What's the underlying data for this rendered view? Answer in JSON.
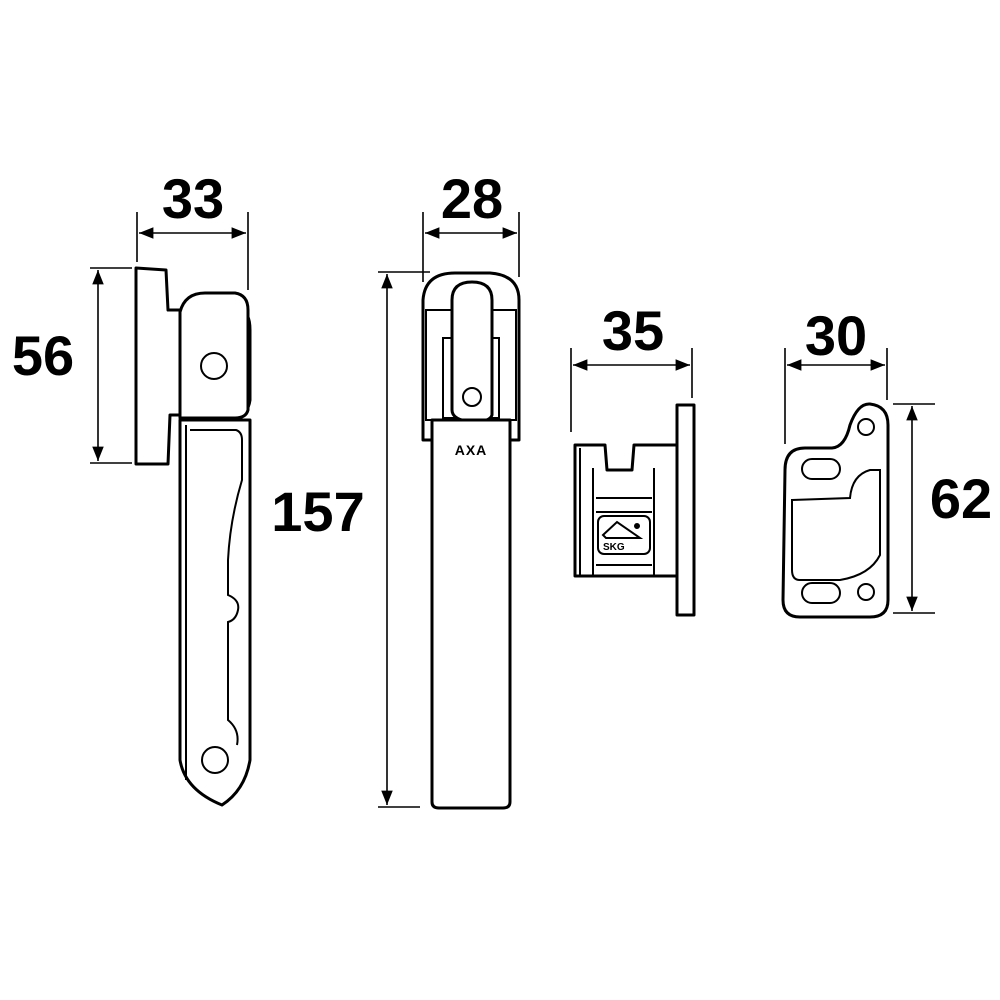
{
  "dimensions": {
    "handle_side_width": "33",
    "handle_side_height": "56",
    "handle_length": "157",
    "handle_front_width": "28",
    "keeper_width": "35",
    "strike_plate_width": "30",
    "strike_plate_height": "62"
  },
  "logos": {
    "handle_brand": "AXA",
    "keeper_mark": "SKG"
  },
  "colors": {
    "line": "#000000",
    "background": "#ffffff"
  }
}
